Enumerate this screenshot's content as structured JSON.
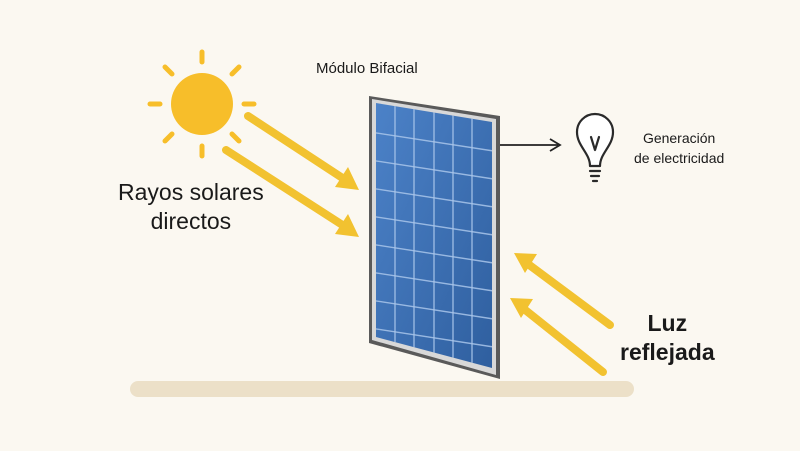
{
  "diagram": {
    "panel_title": "Módulo Bifacial",
    "direct_rays": [
      "Rayos solares",
      "directos"
    ],
    "output": [
      "Generación",
      "de electricidad"
    ],
    "reflected": [
      "Luz",
      "reflejada"
    ]
  },
  "colors": {
    "background": "#fbf8f1",
    "sun": "#f7be2a",
    "ray": "#f2c230",
    "panel_cell": "#3c6fb5",
    "panel_frame": "#4b4b4b",
    "ground": "#ece0c8",
    "text": "#1a1a1a"
  },
  "icons": [
    "sun-icon",
    "light-bulb-icon",
    "solar-panel-icon"
  ]
}
